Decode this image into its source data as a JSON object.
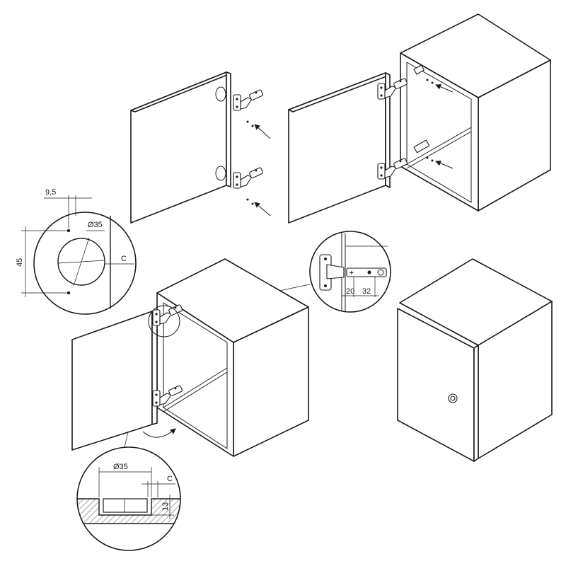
{
  "detail_left": {
    "dim_offset": "9,5",
    "dim_diameter": "Ø35",
    "dim_spacing": "45",
    "dim_edge": "C"
  },
  "detail_top": {
    "dim_a": "20",
    "dim_b": "32"
  },
  "detail_bottom": {
    "dim_diameter": "Ø35",
    "dim_edge": "C",
    "dim_depth": "13"
  },
  "icons": [
    "arrow-icon",
    "hinge-icon",
    "knob-icon"
  ]
}
